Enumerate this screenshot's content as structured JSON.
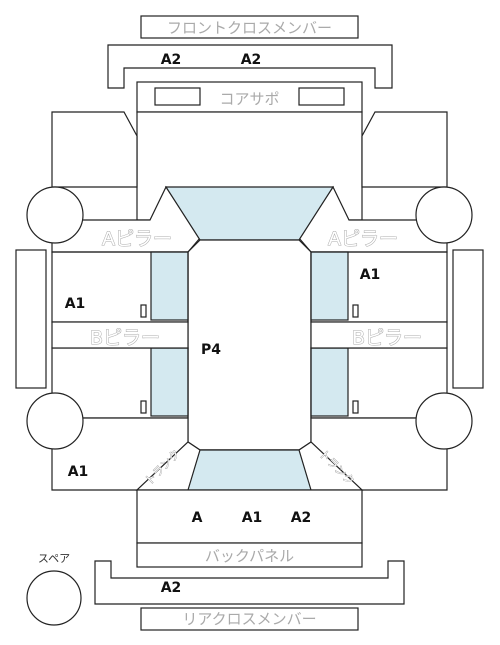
{
  "labels": {
    "front_cross_member": "フロントクロスメンバー",
    "core_support": "コアサポ",
    "a_pillar_left": "Aピラー",
    "a_pillar_right": "Aピラー",
    "b_pillar_left": "Bピラー",
    "b_pillar_right": "Bピラー",
    "back_panel": "バックパネル",
    "rear_cross_member": "リアクロスメンバー",
    "spare": "スペア",
    "trunk_corner_left": "トランク",
    "trunk_corner_right": "トランク"
  },
  "codes": {
    "front_a2_left": "A2",
    "front_a2_right": "A2",
    "right_front_a1": "A1",
    "left_mid_a1": "A1",
    "center_p4": "P4",
    "left_rear_a1": "A1",
    "rear_a": "A",
    "rear_a1": "A1",
    "rear_a2": "A2",
    "rear_cross_a2": "A2"
  }
}
